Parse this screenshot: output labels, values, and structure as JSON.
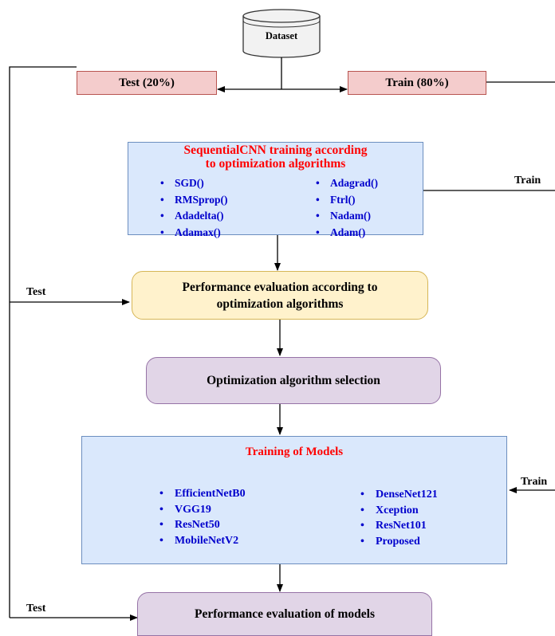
{
  "dataset": {
    "label": "Dataset"
  },
  "split": {
    "test": "Test (20%)",
    "train": "Train (80%)"
  },
  "sequential": {
    "title_line1": "SequentialCNN training according",
    "title_line2": "to optimization algorithms",
    "left_items": [
      "SGD()",
      "RMSprop()",
      "Adadelta()",
      "Adamax()"
    ],
    "right_items": [
      "Adagrad()",
      "Ftrl()",
      "Nadam()",
      "Adam()"
    ]
  },
  "performance_opt": {
    "line1": "Performance evaluation according to",
    "line2": "optimization algorithms"
  },
  "selection": {
    "label": "Optimization algorithm selection"
  },
  "training_models": {
    "title": "Training of Models",
    "left_items": [
      "EfficientNetB0",
      "VGG19",
      "ResNet50",
      "MobileNetV2"
    ],
    "right_items": [
      "DenseNet121",
      "Xception",
      "ResNet101",
      "Proposed"
    ]
  },
  "performance_models": {
    "label": "Performance evaluation of models"
  },
  "edge_labels": {
    "train1": "Train",
    "train2": "Train",
    "test1": "Test",
    "test2": "Test"
  }
}
